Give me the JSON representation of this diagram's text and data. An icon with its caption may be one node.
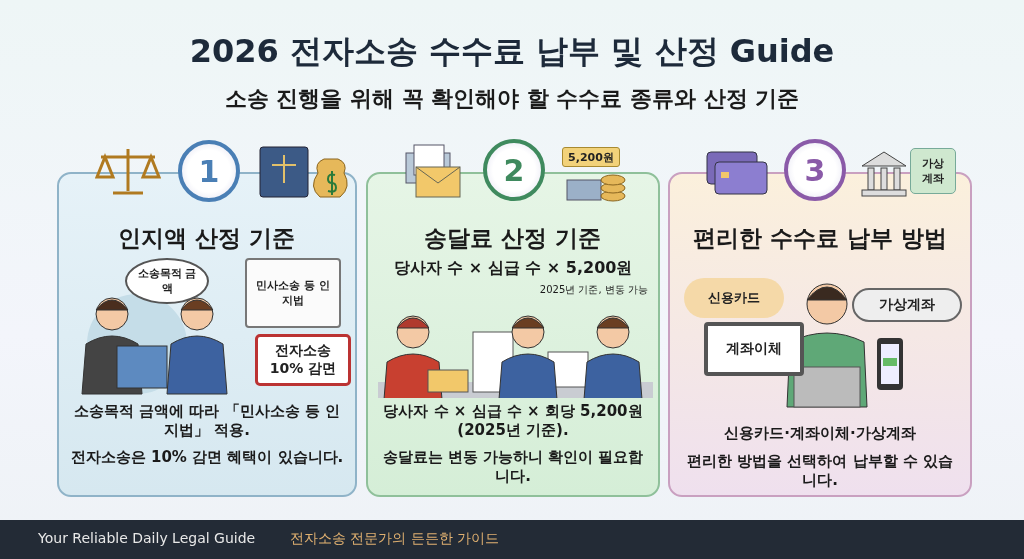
{
  "diagram": {
    "title": "2026 전자소송 수수료 납부 및 산정 Guide",
    "nodes": [
      {
        "text": [
          "1"
        ]
      },
      {
        "text": [
          "인지액 산정 기준",
          "소송목적 금액에 따라 「민사소송 등 인지법」 적용.",
          "전자소송은 10% 감면 혜택이 있습니다."
        ]
      },
      {
        "text": [
          "소송목적 금액"
        ],
        "in": 1
      },
      {
        "text": [
          "민사소송 등 인지법"
        ],
        "in": 1
      },
      {
        "text": [
          "전자소송 10% 감면"
        ],
        "in": 1
      },
      {
        "text": [
          "2"
        ]
      },
      {
        "text": [
          "5,200원"
        ]
      },
      {
        "text": [
          "송달료 산정 기준",
          "당사자 수 × 심급 수 × 5,200원",
          "2025년 기준, 변동 가능",
          "당사자 수 × 심급 수 × 회당 5,200원 (2025년 기준).",
          "송달료는 변동 가능하니 확인이 필요합니다."
        ]
      },
      {
        "text": [
          "3"
        ]
      },
      {
        "text": [
          "가상 계좌"
        ]
      },
      {
        "text": [
          "편리한 수수료 납부 방법",
          "신용카드·계좌이체·가상계좌",
          "편리한 방법을 선택하여 납부할 수 있습니다."
        ]
      },
      {
        "text": [
          "신용카드"
        ],
        "in": 10
      },
      {
        "text": [
          "계좌이체"
        ],
        "in": 10
      },
      {
        "text": [
          "가상계좌"
        ],
        "in": 10
      }
    ],
    "edges": [],
    "labels": [
      "소송 진행을 위해 꼭 확인해야 할 수수료 종류와 산정 기준",
      "Your Reliable Daily Legal Guide",
      "전자소송 전문가의 든든한 가이드"
    ]
  }
}
